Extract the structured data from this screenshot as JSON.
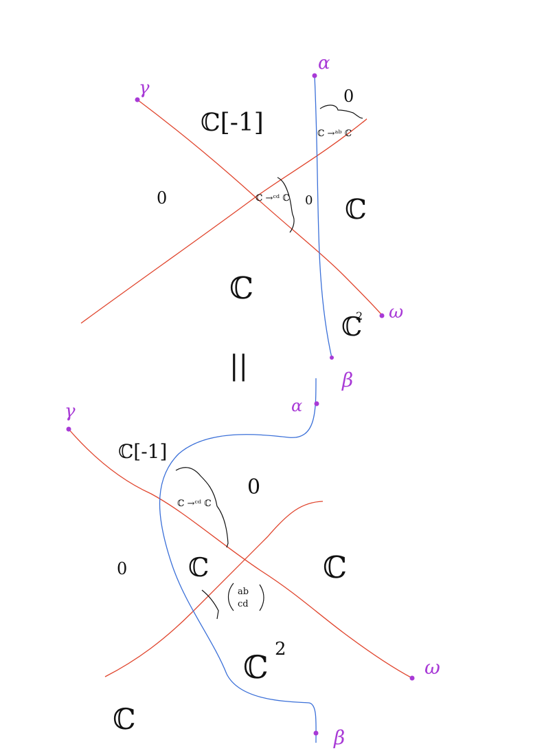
{
  "colors": {
    "red": "#e0442c",
    "blue": "#3a6fd8",
    "purple": "#a83ad6",
    "ink": "#111111"
  },
  "top": {
    "endpoints": {
      "gamma": "γ",
      "alpha": "α",
      "omega": "ω",
      "beta": "β"
    },
    "regions": {
      "c_shift": "ℂ[-1]",
      "zero_right": "0",
      "zero_left": "0",
      "zero_center": "0",
      "c_right": "ℂ",
      "c_bottom": "ℂ",
      "c2": "ℂ",
      "c2_exp": "2"
    },
    "maps": {
      "upper": "ℂ →ᵃᵇ ℂ",
      "center": "ℂ →ᶜᵈ ℂ"
    }
  },
  "equals": "||",
  "bottom": {
    "endpoints": {
      "gamma": "γ",
      "alpha": "α",
      "omega": "ω",
      "beta": "β"
    },
    "regions": {
      "c_shift": "ℂ[-1]",
      "zero_top": "0",
      "zero_left": "0",
      "c_mid": "ℂ",
      "c_right": "ℂ",
      "c2": "ℂ",
      "c2_exp": "2",
      "c_bottom": "ℂ"
    },
    "maps": {
      "upper": "ℂ →ᶜᵈ ℂ",
      "matrix_top": "ab",
      "matrix_bottom": "cd"
    }
  }
}
